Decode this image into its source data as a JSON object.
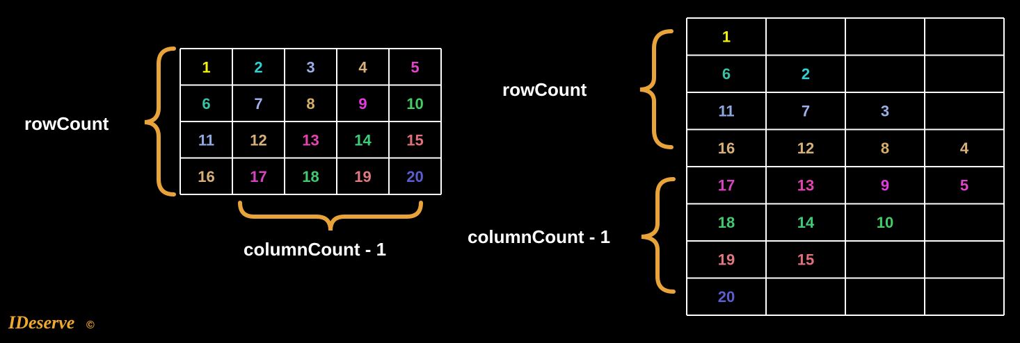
{
  "colors": {
    "background": "#000000",
    "grid_line": "#ffffff",
    "brace": "#e8a33a",
    "label": "#ffffff",
    "logo": "#f0a830"
  },
  "number_colors": {
    "1": "#f2f20e",
    "2": "#2fd0d3",
    "3": "#9aaee8",
    "4": "#d9b07a",
    "5": "#e044c8",
    "6": "#3bbfa5",
    "7": "#9fb0ea",
    "8": "#d8b06a",
    "9": "#e33be0",
    "10": "#44cc66",
    "11": "#8fa8e0",
    "12": "#d8b07a",
    "13": "#e344b0",
    "14": "#3fcc7a",
    "15": "#e0707a",
    "16": "#d9b07a",
    "17": "#d844c0",
    "18": "#44c870",
    "19": "#e07a80",
    "20": "#5a5ed0"
  },
  "left_grid": {
    "rows": [
      [
        "1",
        "2",
        "3",
        "4",
        "5"
      ],
      [
        "6",
        "7",
        "8",
        "9",
        "10"
      ],
      [
        "11",
        "12",
        "13",
        "14",
        "15"
      ],
      [
        "16",
        "17",
        "18",
        "19",
        "20"
      ]
    ],
    "row_label": "rowCount",
    "column_label": "columnCount - 1"
  },
  "right_grid": {
    "rows": [
      [
        "1",
        "",
        "",
        ""
      ],
      [
        "6",
        "2",
        "",
        ""
      ],
      [
        "11",
        "7",
        "3",
        ""
      ],
      [
        "16",
        "12",
        "8",
        "4"
      ],
      [
        "17",
        "13",
        "9",
        "5"
      ],
      [
        "18",
        "14",
        "10",
        ""
      ],
      [
        "19",
        "15",
        "",
        ""
      ],
      [
        "20",
        "",
        "",
        ""
      ]
    ],
    "row_label": "rowCount",
    "column_label": "columnCount - 1"
  },
  "logo": {
    "text": "IDeserve",
    "mark": "©"
  }
}
